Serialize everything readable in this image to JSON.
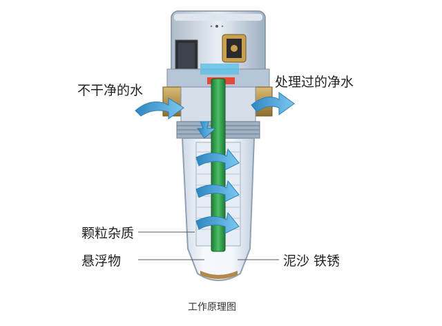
{
  "labels": {
    "inlet": "不干净的水",
    "outlet": "处理过的净水",
    "particles": "颗粒杂质",
    "suspended": "悬浮物",
    "sediment": "泥沙 铁锈"
  },
  "caption": "工作原理图",
  "colors": {
    "flow_arrow": "#4aa9d8",
    "center_tube": "#2f9a4a",
    "housing_top": "#c9d3df",
    "bowl": "#e9eff6",
    "fitting": "#b79752"
  }
}
